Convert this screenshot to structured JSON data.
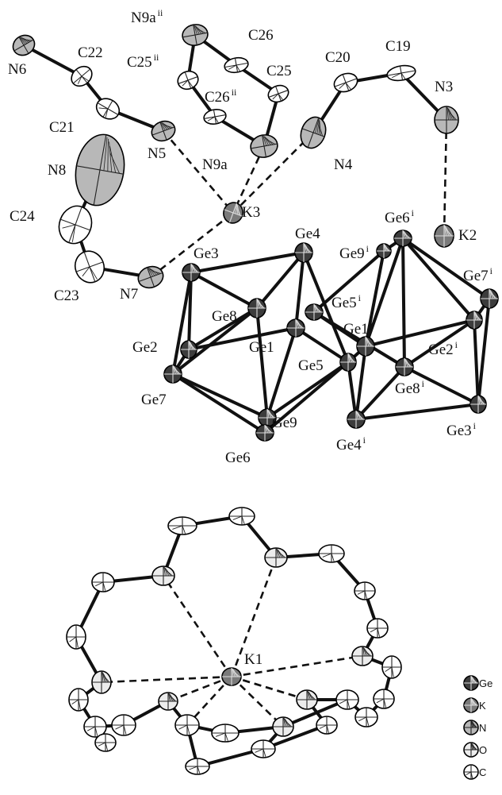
{
  "colors": {
    "bond": "#111111",
    "ge": "#3c3c3c",
    "k": "#7a7a7a",
    "n": "#b8b8b8",
    "o": "#ececec",
    "c": "#ffffff",
    "outline": "#000000"
  },
  "labels": {
    "N9a_ii": {
      "text": "N9a",
      "sup": "ii"
    },
    "N6": {
      "text": "N6"
    },
    "C22": {
      "text": "C22"
    },
    "C25_ii": {
      "text": "C25",
      "sup": "ii"
    },
    "C26": {
      "text": "C26"
    },
    "C20": {
      "text": "C20"
    },
    "C19": {
      "text": "C19"
    },
    "C25": {
      "text": "C25"
    },
    "C26_ii": {
      "text": "C26",
      "sup": "ii"
    },
    "N3": {
      "text": "N3"
    },
    "C21": {
      "text": "C21"
    },
    "N5": {
      "text": "N5"
    },
    "N9a": {
      "text": "N9a"
    },
    "N4": {
      "text": "N4"
    },
    "N8": {
      "text": "N8"
    },
    "Ge6_i": {
      "text": "Ge6",
      "sup": "i"
    },
    "K3": {
      "text": "K3"
    },
    "K2": {
      "text": "K2"
    },
    "C24": {
      "text": "C24"
    },
    "Ge4": {
      "text": "Ge4"
    },
    "Ge9_i": {
      "text": "Ge9",
      "sup": "i"
    },
    "Ge3": {
      "text": "Ge3"
    },
    "Ge7_i": {
      "text": "Ge7",
      "sup": "i"
    },
    "C23": {
      "text": "C23"
    },
    "N7": {
      "text": "N7"
    },
    "Ge8": {
      "text": "Ge8"
    },
    "Ge5_i": {
      "text": "Ge5",
      "sup": "i"
    },
    "Ge1_i": {
      "text": "Ge1",
      "sup": "i"
    },
    "Ge2": {
      "text": "Ge2"
    },
    "Ge1": {
      "text": "Ge1"
    },
    "Ge5": {
      "text": "Ge5"
    },
    "Ge2_i": {
      "text": "Ge2",
      "sup": "i"
    },
    "Ge8_i": {
      "text": "Ge8",
      "sup": "i"
    },
    "Ge7": {
      "text": "Ge7"
    },
    "Ge9": {
      "text": "Ge9"
    },
    "Ge4_i": {
      "text": "Ge4",
      "sup": "i"
    },
    "Ge3_i": {
      "text": "Ge3",
      "sup": "i"
    },
    "Ge6": {
      "text": "Ge6"
    },
    "K1": {
      "text": "K1"
    }
  },
  "legend": [
    {
      "element": "Ge",
      "label": "Ge"
    },
    {
      "element": "K",
      "label": "K"
    },
    {
      "element": "N",
      "label": "N"
    },
    {
      "element": "O",
      "label": "O"
    },
    {
      "element": "C",
      "label": "C"
    }
  ]
}
